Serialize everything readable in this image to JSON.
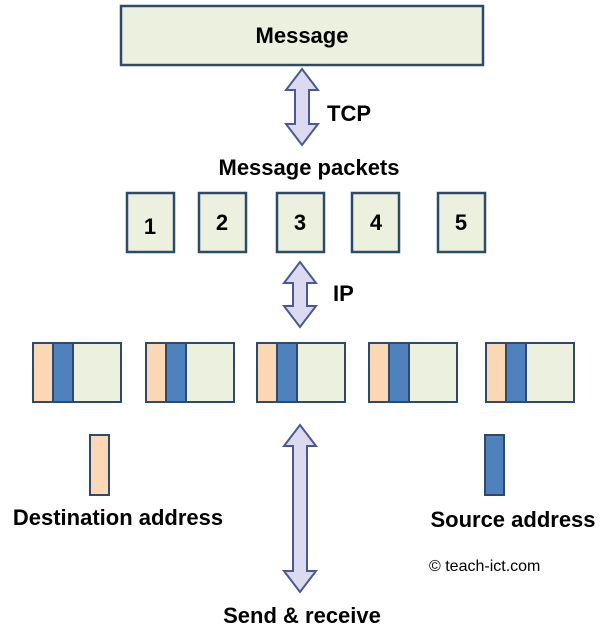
{
  "message_label": "Message",
  "tcp_label": "TCP",
  "message_packets_label": "Message packets",
  "packets": [
    "1",
    "2",
    "3",
    "4",
    "5"
  ],
  "ip_label": "IP",
  "destination_label": "Destination address",
  "source_label": "Source address",
  "copyright": "© teach-ict.com",
  "send_receive_label": "Send & receive",
  "colors": {
    "box_fill": "#ebf1de",
    "box_stroke": "#2e4a6b",
    "destination": "#fad7b5",
    "source": "#4f81bd",
    "arrow_fill": "#dcdaf0",
    "arrow_stroke": "#4a5a90"
  }
}
